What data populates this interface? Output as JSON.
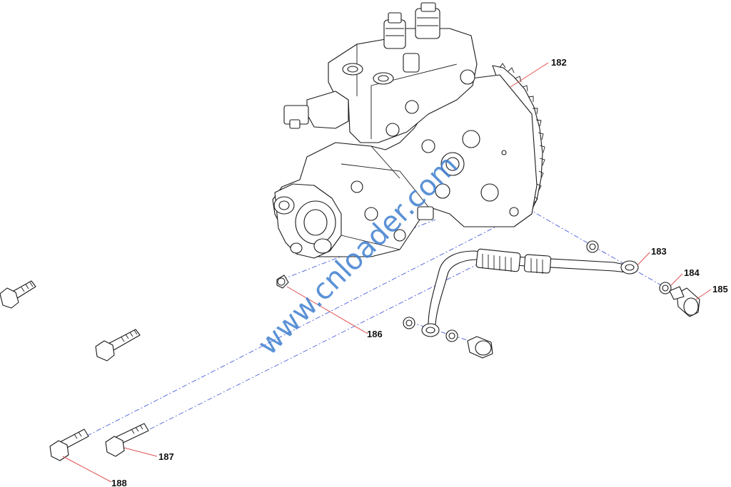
{
  "callouts": {
    "c182": "182",
    "c183": "183",
    "c184": "184",
    "c185": "185",
    "c186": "186",
    "c187": "187",
    "c188": "188"
  },
  "watermark": "www.cnloader.com",
  "colors": {
    "leader": "#e05050",
    "centerline": "#4a5fd8",
    "watermark": "#3f7fd0",
    "outline": "#1a1a1a"
  }
}
